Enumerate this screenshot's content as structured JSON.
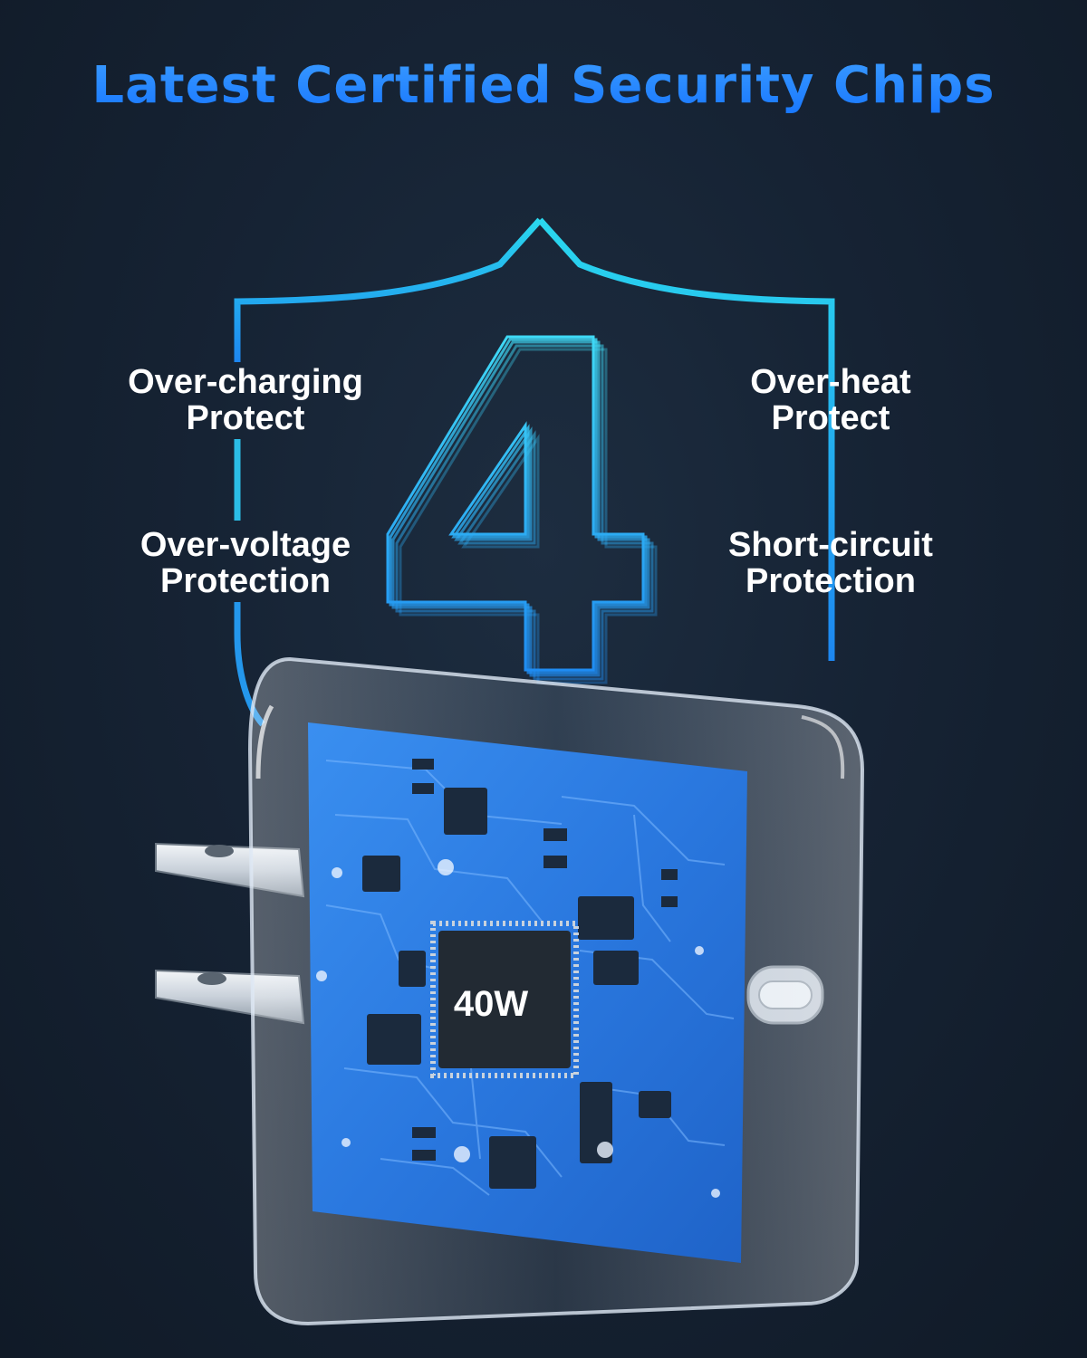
{
  "headline": "Latest Certified Security Chips",
  "big_numeral": "4",
  "features": {
    "top_left": {
      "line1": "Over-charging",
      "line2": "Protect"
    },
    "bottom_left": {
      "line1": "Over-voltage",
      "line2": "Protection"
    },
    "top_right": {
      "line1": "Over-heat",
      "line2": "Protect"
    },
    "bottom_right": {
      "line1": "Short-circuit",
      "line2": "Protection"
    }
  },
  "chip_label": "40W",
  "colors": {
    "headline": "#1877ff",
    "shield": "#27c7e8",
    "pcb": "#2f86e6",
    "background": "#162334"
  },
  "icons": {
    "shield": "shield-outline-icon",
    "prongs": "us-plug-prongs",
    "port": "usb-c-port"
  }
}
